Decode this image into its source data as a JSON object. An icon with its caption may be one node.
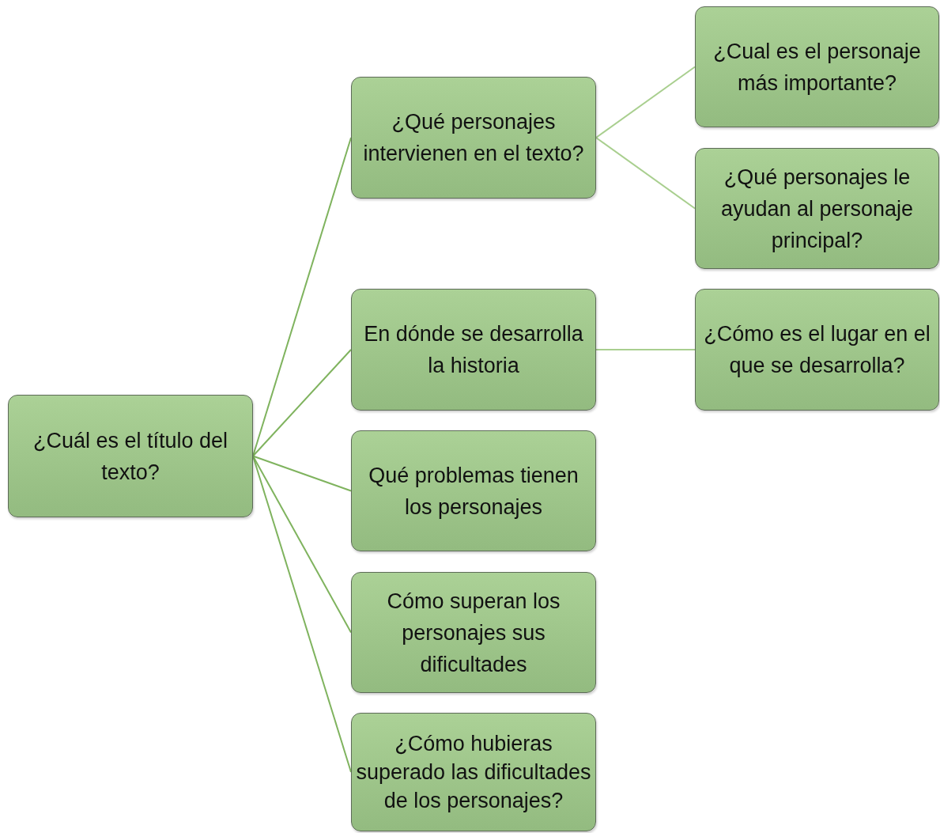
{
  "diagram": {
    "nodes": [
      {
        "text": [
          "¿Cuál es el título del texto?"
        ]
      },
      {
        "text": [
          "¿Qué personajes intervienen en el texto?"
        ]
      },
      {
        "text": [
          "¿Cual es el personaje más importante?"
        ]
      },
      {
        "text": [
          "¿Qué personajes le ayudan al personaje principal?"
        ]
      },
      {
        "text": [
          "En dónde se desarrolla la historia"
        ]
      },
      {
        "text": [
          "¿Cómo es el lugar en el que se desarrolla?"
        ]
      },
      {
        "text": [
          "Qué problemas tienen los personajes"
        ]
      },
      {
        "text": [
          "Cómo superan los personajes sus dificultades"
        ]
      },
      {
        "text": [
          "¿Cómo hubieras superado las dificultades de los personajes?"
        ]
      }
    ],
    "edges": [
      {
        "from": 0,
        "to": 1,
        "arrow": "none"
      },
      {
        "from": 1,
        "to": 2,
        "arrow": "none",
        "color": "#a9cf8f"
      },
      {
        "from": 1,
        "to": 3,
        "arrow": "none",
        "color": "#a9cf8f"
      },
      {
        "from": 0,
        "to": 4,
        "arrow": "none"
      },
      {
        "from": 4,
        "to": 5,
        "arrow": "none",
        "color": "#a9cf8f"
      },
      {
        "from": 0,
        "to": 6,
        "arrow": "none"
      },
      {
        "from": 0,
        "to": 7,
        "arrow": "none"
      },
      {
        "from": 0,
        "to": 8,
        "arrow": "none"
      }
    ]
  }
}
